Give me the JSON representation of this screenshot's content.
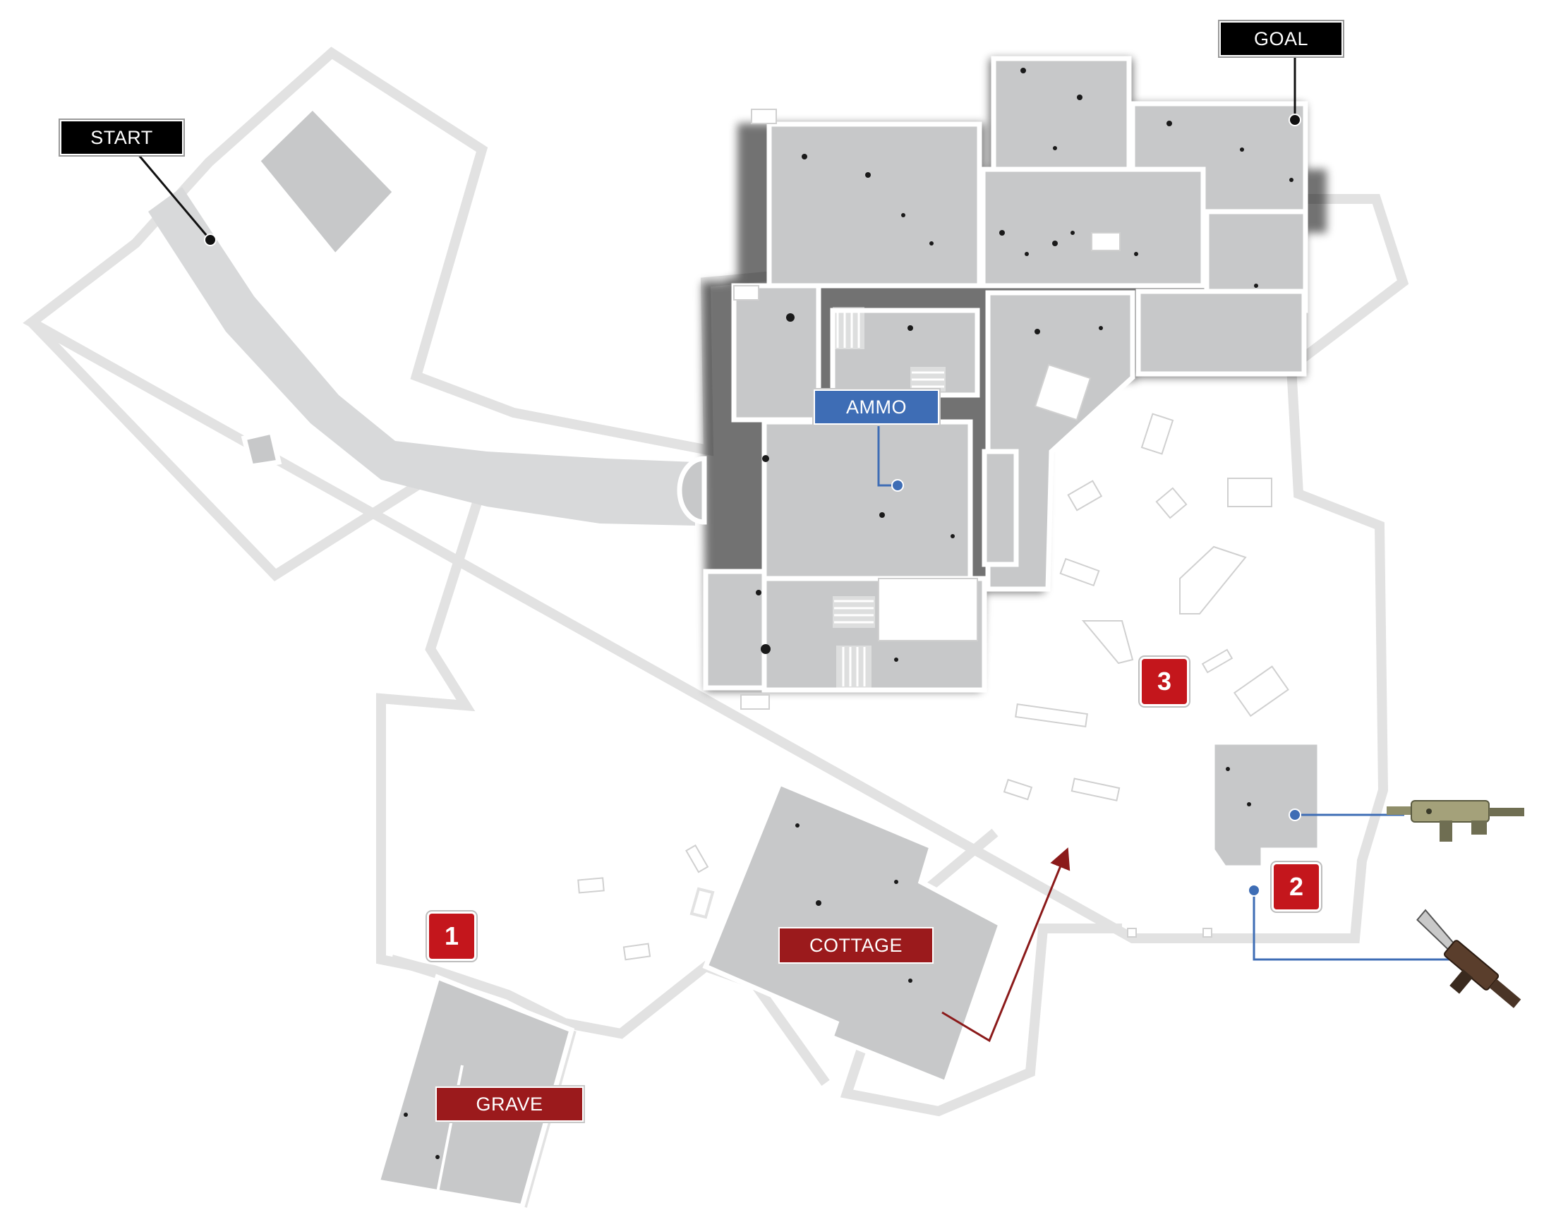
{
  "map": {
    "labels": {
      "start": "START",
      "goal": "GOAL",
      "ammo": "AMMO",
      "cottage": "COTTAGE",
      "grave": "GRAVE"
    },
    "markers": [
      "1",
      "2",
      "3"
    ],
    "weapons": [
      "assault-rifle-icon",
      "shotgun-icon"
    ],
    "colors": {
      "label_black": "#000000",
      "label_red": "#9b1a1c",
      "label_blue": "#3e6db5",
      "marker_red": "#c4161c",
      "route_arrow": "#8b1a1a",
      "callout_blue": "#3e6db5"
    }
  }
}
